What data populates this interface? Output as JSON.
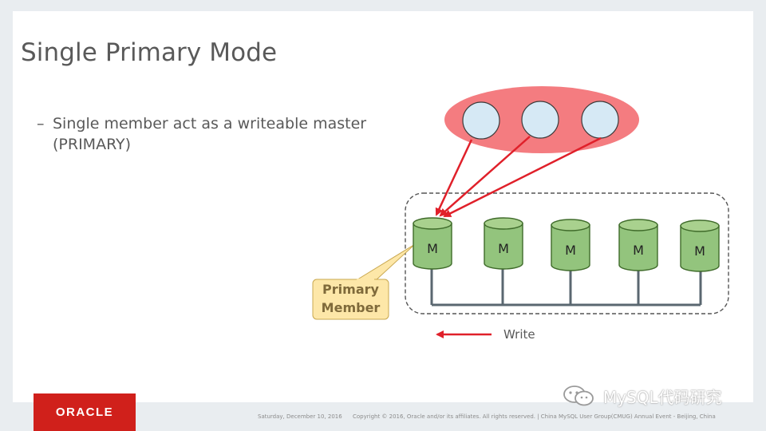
{
  "slide": {
    "title": "Single Primary Mode",
    "bullets": [
      {
        "dash": "–",
        "text": "Single member act as a writeable master (PRIMARY)"
      }
    ]
  },
  "diagram": {
    "client_count": 3,
    "members": [
      {
        "label": "M"
      },
      {
        "label": "M"
      },
      {
        "label": "M"
      },
      {
        "label": "M"
      },
      {
        "label": "M"
      }
    ],
    "callout": {
      "line1": "Primary",
      "line2": "Member"
    },
    "legend": {
      "write_label": "Write"
    },
    "colors": {
      "client_group_fill": "#f47c80",
      "client_circle_fill": "#d6e9f5",
      "member_fill": "#93c47d",
      "member_stroke": "#3f6b2a",
      "arrow": "#e0202a",
      "callout_fill": "#fde7a8",
      "callout_stroke": "#c9a850",
      "group_border": "#555555",
      "bus_line": "#5a6770"
    }
  },
  "footer": {
    "logo_text": "ORACLE",
    "date": "Saturday, December 10, 2016",
    "copyright": "Copyright © 2016, Oracle and/or its affiliates. All rights reserved.   |  China MySQL User Group(CMUG) Annual Event - Beijing, China",
    "watermark": "MySQL代码研究"
  }
}
